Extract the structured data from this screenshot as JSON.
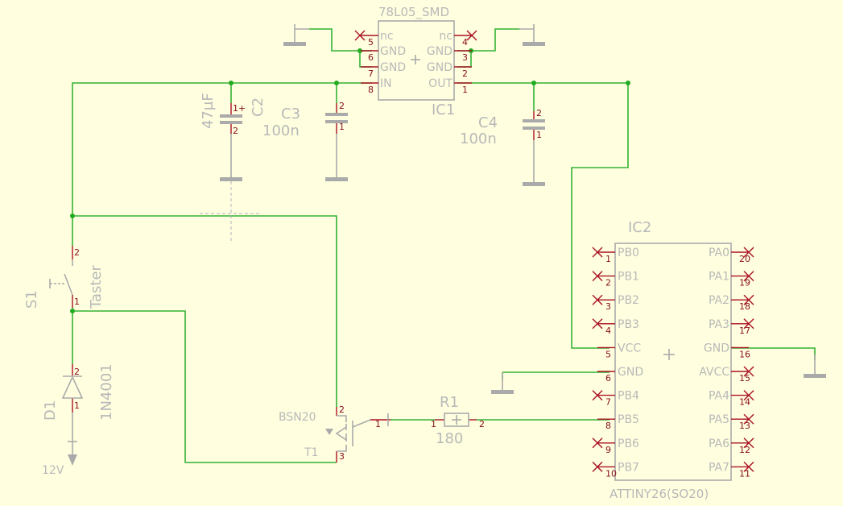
{
  "ic1": {
    "name": "IC1",
    "value": "78L05_SMD",
    "pins_left": [
      {
        "num": "5",
        "label": "nc"
      },
      {
        "num": "6",
        "label": "GND"
      },
      {
        "num": "7",
        "label": "GND"
      },
      {
        "num": "8",
        "label": "IN"
      }
    ],
    "pins_right": [
      {
        "num": "4",
        "label": "nc"
      },
      {
        "num": "3",
        "label": "GND"
      },
      {
        "num": "2",
        "label": "GND"
      },
      {
        "num": "1",
        "label": "OUT"
      }
    ]
  },
  "ic2": {
    "name": "IC2",
    "value": "ATTINY26(SO20)",
    "pins_left": [
      {
        "num": "1",
        "label": "PB0"
      },
      {
        "num": "2",
        "label": "PB1"
      },
      {
        "num": "3",
        "label": "PB2"
      },
      {
        "num": "4",
        "label": "PB3"
      },
      {
        "num": "5",
        "label": "VCC"
      },
      {
        "num": "6",
        "label": "GND"
      },
      {
        "num": "7",
        "label": "PB4"
      },
      {
        "num": "8",
        "label": "PB5"
      },
      {
        "num": "9",
        "label": "PB6"
      },
      {
        "num": "10",
        "label": "PB7"
      }
    ],
    "pins_right": [
      {
        "num": "20",
        "label": "PA0"
      },
      {
        "num": "19",
        "label": "PA1"
      },
      {
        "num": "18",
        "label": "PA2"
      },
      {
        "num": "17",
        "label": "PA3"
      },
      {
        "num": "16",
        "label": "GND"
      },
      {
        "num": "15",
        "label": "AVCC"
      },
      {
        "num": "14",
        "label": "PA4"
      },
      {
        "num": "13",
        "label": "PA5"
      },
      {
        "num": "12",
        "label": "PA6"
      },
      {
        "num": "11",
        "label": "PA7"
      }
    ]
  },
  "c2": {
    "name": "C2",
    "value": "47µF",
    "pin_top": "1",
    "pin_bottom": "2",
    "polarity": "+"
  },
  "c3": {
    "name": "C3",
    "value": "100n",
    "pin_top": "2",
    "pin_bottom": "1"
  },
  "c4": {
    "name": "C4",
    "value": "100n",
    "pin_top": "2",
    "pin_bottom": "1"
  },
  "s1": {
    "name": "S1",
    "value": "Taster",
    "pin_top": "2",
    "pin_bottom": "1"
  },
  "d1": {
    "name": "D1",
    "value": "1N4001",
    "pin_top": "2",
    "pin_bottom": "1"
  },
  "r1": {
    "name": "R1",
    "value": "180",
    "pin_left": "1",
    "pin_right": "2"
  },
  "t1": {
    "name": "T1",
    "value": "BSN20",
    "pin_drain": "2",
    "pin_source": "3",
    "pin_gate": "1"
  },
  "supply": {
    "label": "12V"
  }
}
